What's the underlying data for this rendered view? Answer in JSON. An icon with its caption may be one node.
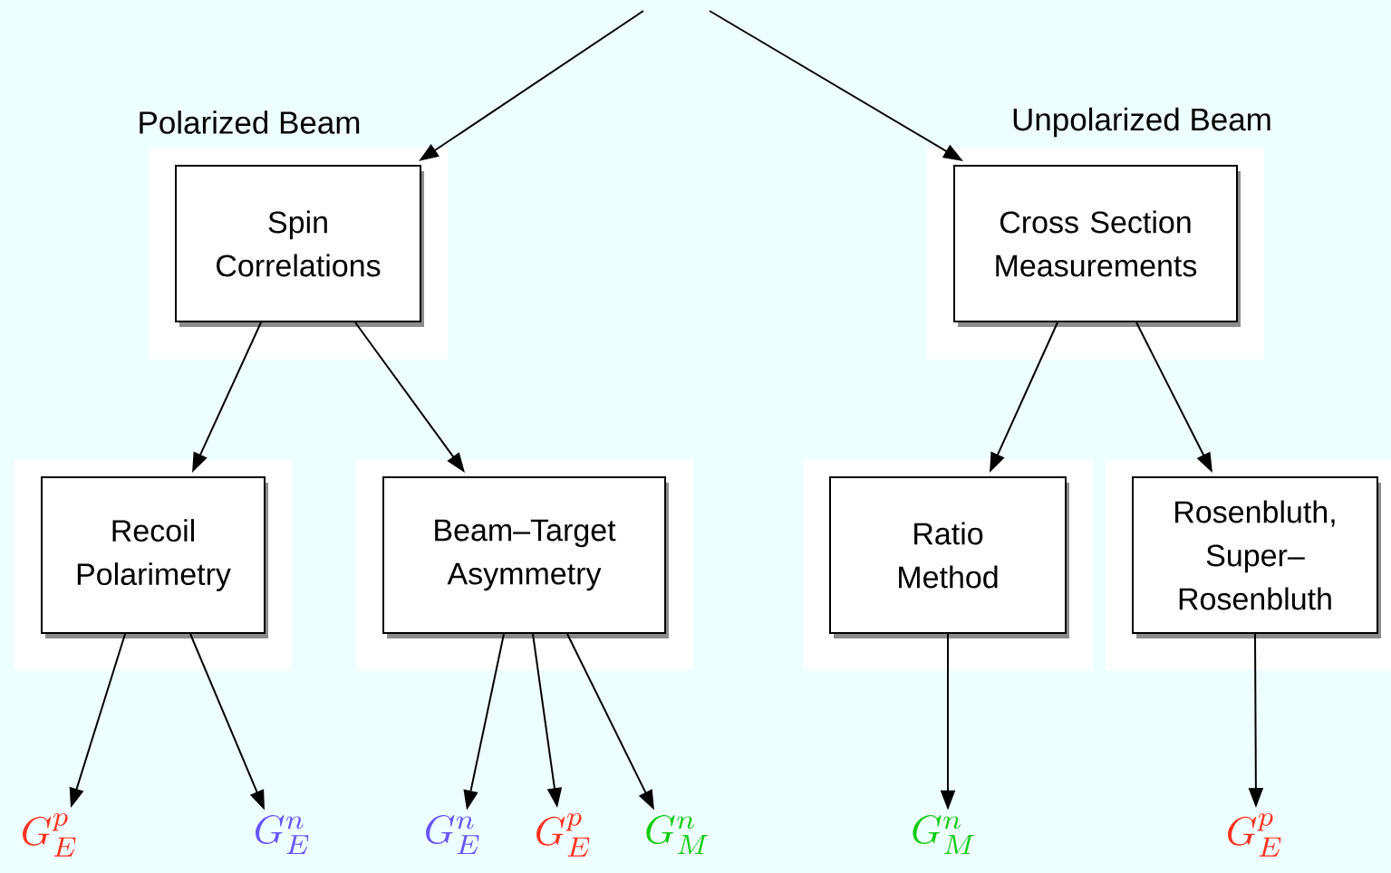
{
  "diagram": {
    "nodes": [
      {
        "text": [
          "Spin Correlations"
        ],
        "beside": [
          "Polarized Beam"
        ]
      },
      {
        "text": [
          "Cross Section Measurements"
        ],
        "beside": [
          "Unpolarized Beam"
        ]
      },
      {
        "text": [
          "Recoil Polarimetry"
        ]
      },
      {
        "text": [
          "Beam–Target Asymmetry"
        ]
      },
      {
        "text": [
          "Ratio Method"
        ]
      },
      {
        "text": [
          "Rosenbluth, Super–Rosenbluth"
        ]
      },
      {
        "text": [
          "G_E^p"
        ]
      },
      {
        "text": [
          "G_E^n"
        ]
      },
      {
        "text": [
          "G_E^n"
        ]
      },
      {
        "text": [
          "G_E^p"
        ]
      },
      {
        "text": [
          "G_M^n"
        ]
      },
      {
        "text": [
          "G_M^n"
        ]
      },
      {
        "text": [
          "G_E^p"
        ]
      }
    ],
    "edges": [
      {
        "from": null,
        "to": 0,
        "arrow": "to"
      },
      {
        "from": null,
        "to": 1,
        "arrow": "to"
      },
      {
        "from": 0,
        "to": 2,
        "arrow": "to"
      },
      {
        "from": 0,
        "to": 3,
        "arrow": "to"
      },
      {
        "from": 1,
        "to": 4,
        "arrow": "to"
      },
      {
        "from": 1,
        "to": 5,
        "arrow": "to"
      },
      {
        "from": 2,
        "to": 6,
        "arrow": "to"
      },
      {
        "from": 2,
        "to": 7,
        "arrow": "to"
      },
      {
        "from": 3,
        "to": 8,
        "arrow": "to"
      },
      {
        "from": 3,
        "to": 9,
        "arrow": "to"
      },
      {
        "from": 3,
        "to": 10,
        "arrow": "to"
      },
      {
        "from": 4,
        "to": 11,
        "arrow": "to"
      },
      {
        "from": 5,
        "to": 12,
        "arrow": "to"
      }
    ]
  }
}
